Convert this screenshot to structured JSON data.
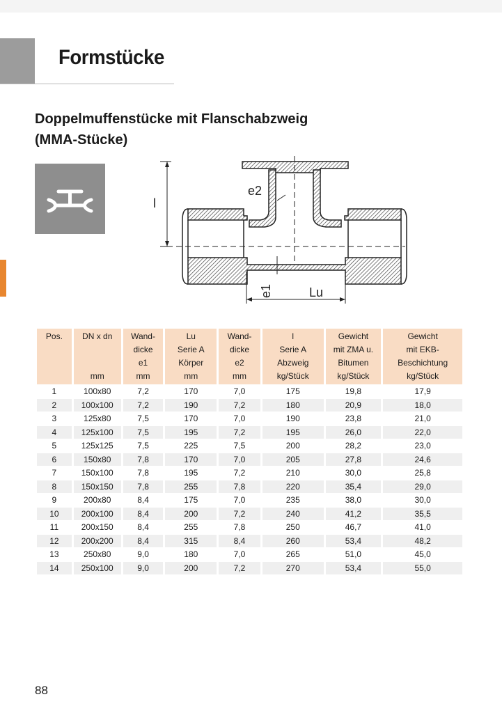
{
  "page": {
    "section_title": "Formstücke",
    "subtitle_line1": "Doppelmuffenstücke mit Flanschabzweig",
    "subtitle_line2": "(MMA-Stücke)",
    "page_number": "88",
    "icon": "double-socket-flange-branch-icon"
  },
  "drawing": {
    "label_l": "l",
    "label_e2": "e2",
    "label_e1": "e1",
    "label_lu": "Lu"
  },
  "table": {
    "headers": [
      [
        "Pos.",
        "",
        "",
        ""
      ],
      [
        "DN x dn",
        "",
        "",
        "mm"
      ],
      [
        "Wand-",
        "dicke",
        "e1",
        "mm"
      ],
      [
        "Lu",
        "Serie A",
        "Körper",
        "mm"
      ],
      [
        "Wand-",
        "dicke",
        "e2",
        "mm"
      ],
      [
        "l",
        "Serie A",
        "Abzweig",
        "kg/Stück"
      ],
      [
        "Gewicht",
        "mit ZMA u.",
        "Bitumen",
        "kg/Stück"
      ],
      [
        "Gewicht",
        "mit EKB-",
        "Beschichtung",
        "kg/Stück"
      ]
    ],
    "rows": [
      [
        "1",
        "100x80",
        "7,2",
        "170",
        "7,0",
        "175",
        "19,8",
        "17,9"
      ],
      [
        "2",
        "100x100",
        "7,2",
        "190",
        "7,2",
        "180",
        "20,9",
        "18,0"
      ],
      [
        "3",
        "125x80",
        "7,5",
        "170",
        "7,0",
        "190",
        "23,8",
        "21,0"
      ],
      [
        "4",
        "125x100",
        "7,5",
        "195",
        "7,2",
        "195",
        "26,0",
        "22,0"
      ],
      [
        "5",
        "125x125",
        "7,5",
        "225",
        "7,5",
        "200",
        "28,2",
        "23,0"
      ],
      [
        "6",
        "150x80",
        "7,8",
        "170",
        "7,0",
        "205",
        "27,8",
        "24,6"
      ],
      [
        "7",
        "150x100",
        "7,8",
        "195",
        "7,2",
        "210",
        "30,0",
        "25,8"
      ],
      [
        "8",
        "150x150",
        "7,8",
        "255",
        "7,8",
        "220",
        "35,4",
        "29,0"
      ],
      [
        "9",
        "200x80",
        "8,4",
        "175",
        "7,0",
        "235",
        "38,0",
        "30,0"
      ],
      [
        "10",
        "200x100",
        "8,4",
        "200",
        "7,2",
        "240",
        "41,2",
        "35,5"
      ],
      [
        "11",
        "200x150",
        "8,4",
        "255",
        "7,8",
        "250",
        "46,7",
        "41,0"
      ],
      [
        "12",
        "200x200",
        "8,4",
        "315",
        "8,4",
        "260",
        "53,4",
        "48,2"
      ],
      [
        "13",
        "250x80",
        "9,0",
        "180",
        "7,0",
        "265",
        "51,0",
        "45,0"
      ],
      [
        "14",
        "250x100",
        "9,0",
        "200",
        "7,2",
        "270",
        "53,4",
        "55,0"
      ]
    ]
  },
  "colors": {
    "header_fill": "#f9dcc4",
    "stripe_fill": "#efefef",
    "accent": "#e8862f",
    "gray_block": "#9c9c9c",
    "icon_bg": "#8e8e8e"
  }
}
